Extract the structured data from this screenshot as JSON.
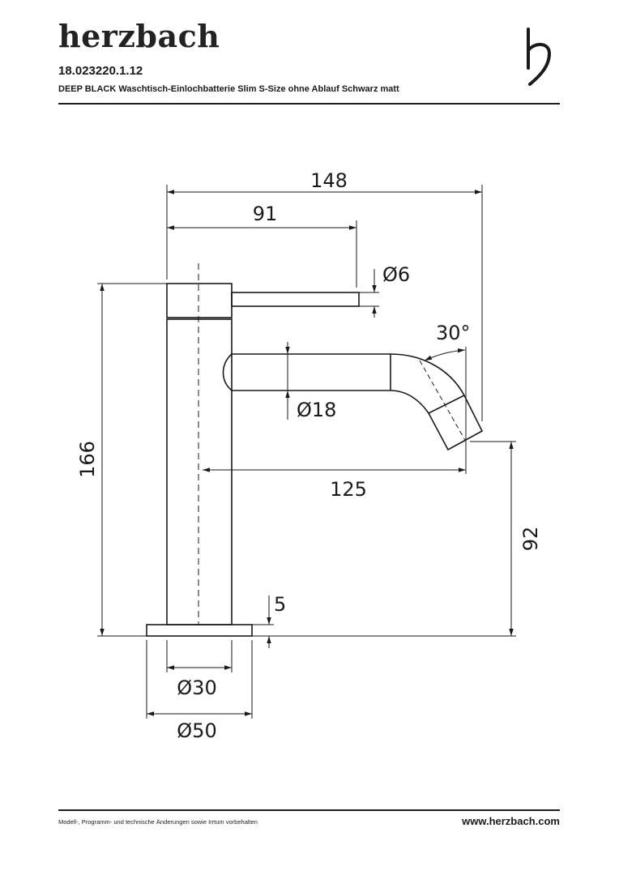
{
  "header": {
    "brand": "herzbach",
    "product_number": "18.023220.1.12",
    "description": "DEEP BLACK Waschtisch-Einlochbatterie Slim S-Size ohne Ablauf Schwarz matt",
    "logo_icon": "herzbach-h-logo"
  },
  "drawing": {
    "dimensions": {
      "total_length": "148",
      "lever_length": "91",
      "lever_diameter": "Ø6",
      "spout_angle": "30°",
      "spout_diameter": "Ø18",
      "spout_reach": "125",
      "total_height": "166",
      "spout_height": "92",
      "base_height": "5",
      "body_diameter": "Ø30",
      "base_diameter": "Ø50"
    }
  },
  "footer": {
    "disclaimer": "Modell-, Programm- und technische Änderungen sowie Irrtum vorbehalten",
    "website": "www.herzbach.com"
  }
}
